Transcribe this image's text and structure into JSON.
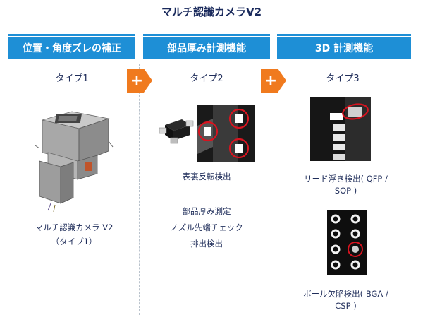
{
  "title": "マルチ認識カメラV2",
  "columns": [
    {
      "header": "位置・角度ズレの補正",
      "type_label": "タイプ1",
      "captions": [
        "マルチ認識カメラ V2",
        "（タイプ1）"
      ]
    },
    {
      "header": "部品厚み計測機能",
      "type_label": "タイプ2",
      "captions": [
        "表裏反転検出",
        "部品厚み測定",
        "ノズル先端チェック",
        "排出検出"
      ]
    },
    {
      "header": "3D 計測機能",
      "type_label": "タイプ3",
      "captions": [
        "リード浮き検出( QFP /",
        "SOP )",
        "ボール欠陥検出( BGA /",
        "CSP )"
      ]
    }
  ],
  "plus_symbol": "+",
  "colors": {
    "header_bg": "#1e8fd6",
    "accent_orange": "#f07a1e",
    "highlight_red": "#d8131f",
    "text": "#1f2d5a"
  }
}
